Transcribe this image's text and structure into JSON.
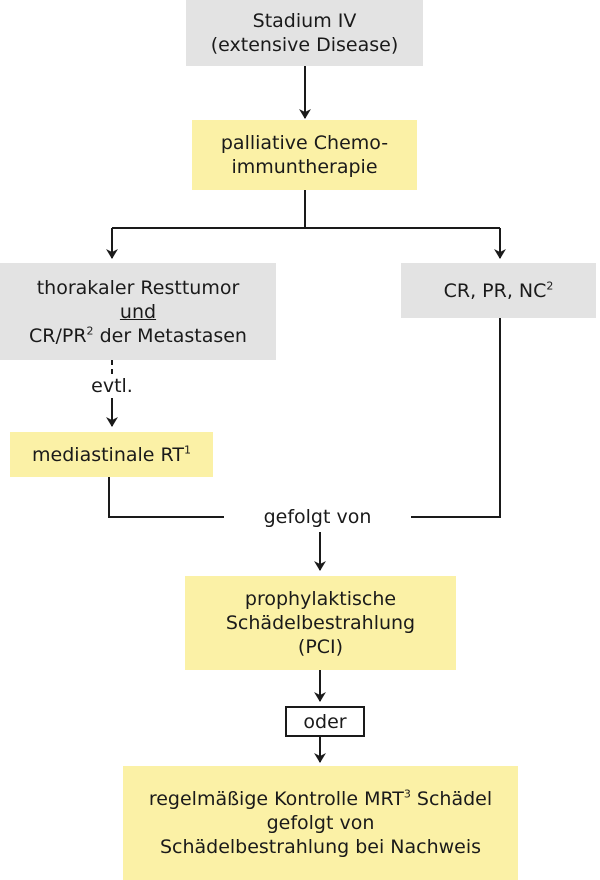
{
  "stage_box": {
    "line1": "Stadium IV",
    "line2": "(extensive Disease)"
  },
  "palliative_box": {
    "line1": "palliative Chemo-",
    "line2": "immuntherapie"
  },
  "residual_box": {
    "line1": "thorakaler Resttumor",
    "line2": "und",
    "line3_text": "CR/PR",
    "line3_sup": "2",
    "line3_rest": " der Metastasen"
  },
  "response_box": {
    "text": "CR, PR, NC",
    "sup": "2"
  },
  "optional_label": "evtl.",
  "mediastinal_box": {
    "text": "mediastinale RT",
    "sup": "1"
  },
  "followed_by_label": "gefolgt von",
  "pci_box": {
    "line1": "prophylaktische",
    "line2": "Schädelbestrahlung",
    "line3": "(PCI)"
  },
  "or_box": "oder",
  "monitoring_box": {
    "line1_text": "regelmäßige Kontrolle MRT",
    "line1_sup": "3",
    "line1_rest": " Schädel",
    "line2": "gefolgt von",
    "line3": "Schädelbestrahlung bei Nachweis"
  },
  "colors": {
    "gray_box": "#e3e3e3",
    "yellow_box": "#fbf1a6",
    "line": "#1a1a1a"
  }
}
